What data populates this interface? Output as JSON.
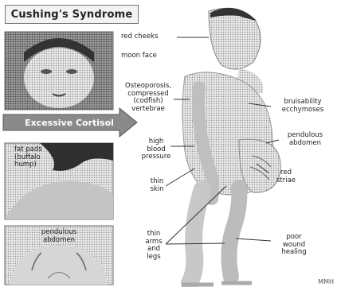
{
  "figure": {
    "title": "Cushing's Syndrome",
    "banner": "Excessive Cortisol",
    "credit": "MMH"
  },
  "labels": {
    "red_cheeks": "red cheeks",
    "moon_face": "moon face",
    "osteoporosis": "Osteoporosis,\ncompressed\n(codfish)\nvertebrae",
    "high_bp": "high\nblood\npressure",
    "bruisability": "bruisability\necchymoses",
    "pendulous_abdomen_right": "pendulous\nabdomen",
    "fat_pads": "fat pads\n(buffalo\nhump)",
    "red_striae": "red\nstriae",
    "thin_skin": "thin\nskin",
    "pendulous_abdomen_left": "pendulous\nabdomen",
    "thin_limbs": "thin\narms\nand\nlegs",
    "poor_wound_healing": "poor\nwound\nhealing"
  },
  "colors": {
    "ink": "#222222",
    "photo_dark": "#3a3a3a",
    "photo_light": "#cfcfcf",
    "banner": "#8a8a8a"
  }
}
